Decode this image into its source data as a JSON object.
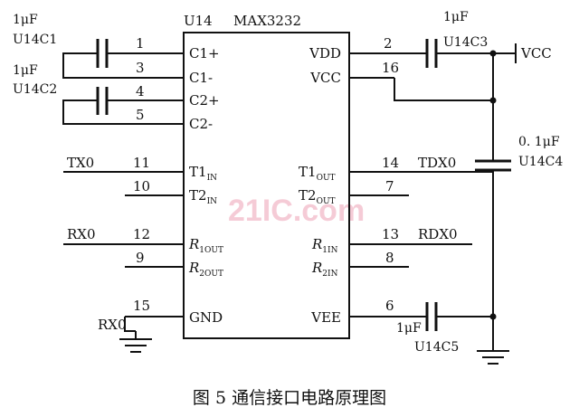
{
  "chip": {
    "ref": "U14",
    "part": "MAX3232",
    "left_pins": [
      {
        "num": "1",
        "label": "C1+"
      },
      {
        "num": "3",
        "label": "C1-"
      },
      {
        "num": "4",
        "label": "C2+"
      },
      {
        "num": "5",
        "label": "C2-"
      },
      {
        "num": "11",
        "label": "T1",
        "sub": "IN"
      },
      {
        "num": "10",
        "label": "T2",
        "sub": "IN"
      },
      {
        "num": "12",
        "label": "R",
        "sub": "1OUT"
      },
      {
        "num": "9",
        "label": "R",
        "sub": "2OUT"
      },
      {
        "num": "15",
        "label": "GND"
      }
    ],
    "right_pins": [
      {
        "num": "2",
        "label": "VDD"
      },
      {
        "num": "16",
        "label": "VCC"
      },
      {
        "num": "14",
        "label": "T1",
        "sub": "OUT"
      },
      {
        "num": "7",
        "label": "T2",
        "sub": "OUT"
      },
      {
        "num": "13",
        "label": "R",
        "sub": "1IN"
      },
      {
        "num": "8",
        "label": "R",
        "sub": "2IN"
      },
      {
        "num": "6",
        "label": "VEE"
      }
    ]
  },
  "capacitors": {
    "c1": {
      "value": "1μF",
      "ref": "U14C1"
    },
    "c2": {
      "value": "1μF",
      "ref": "U14C2"
    },
    "c3": {
      "value": "1μF",
      "ref": "U14C3"
    },
    "c4": {
      "value": "0. 1μF",
      "ref": "U14C4"
    },
    "c5": {
      "value": "1μF",
      "ref": "U14C5"
    }
  },
  "nets": {
    "tx0": "TX0",
    "rx0_in": "RX0",
    "rx0_gnd": "RX0",
    "tdx0": "TDX0",
    "rdx0": "RDX0",
    "vcc": "VCC"
  },
  "watermark": "21IC.com",
  "caption": "图 5   通信接口电路原理图"
}
